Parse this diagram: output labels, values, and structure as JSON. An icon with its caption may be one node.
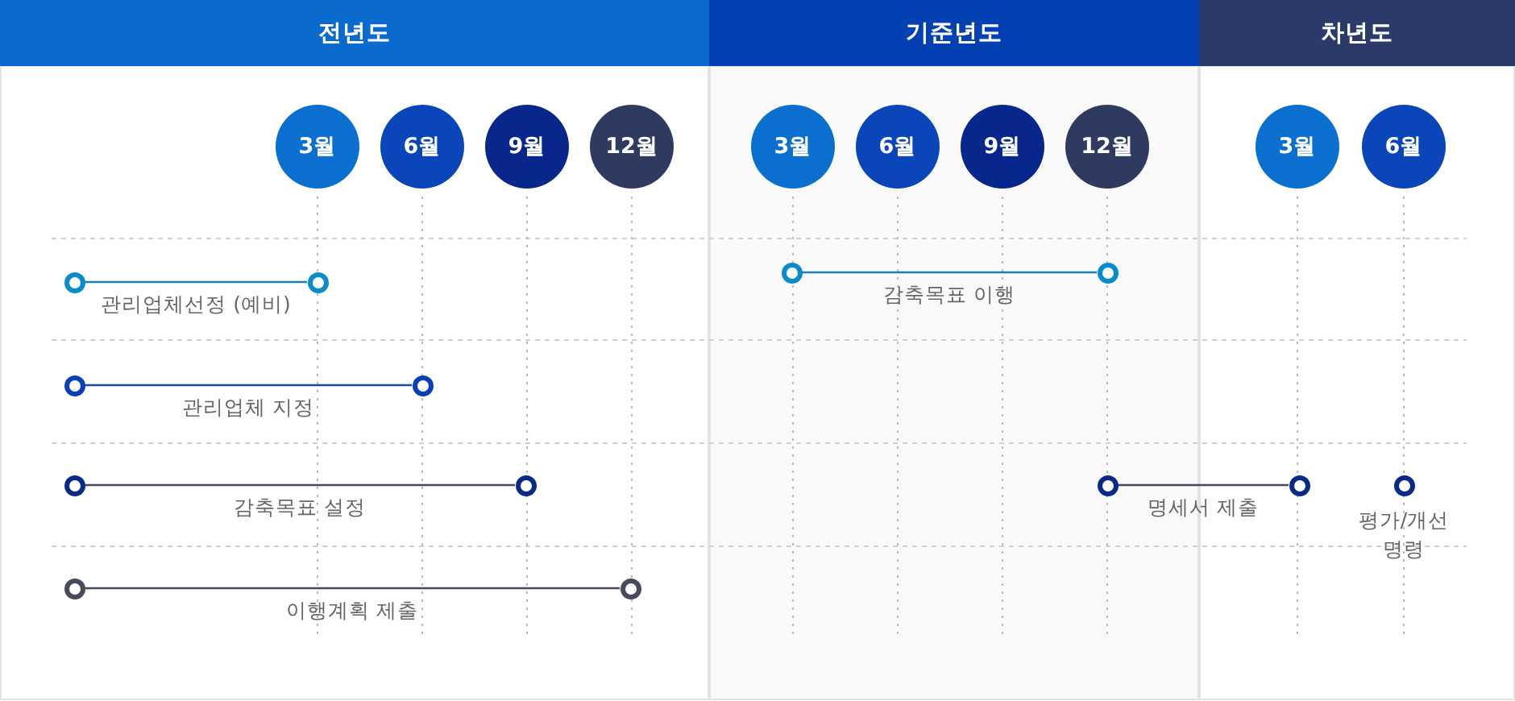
{
  "diagram": {
    "nodes": [
      {
        "text": [
          "전년도"
        ]
      },
      {
        "text": [
          "기준년도"
        ]
      },
      {
        "text": [
          "차년도"
        ]
      },
      {
        "text": [
          "3월"
        ]
      },
      {
        "text": [
          "6월"
        ]
      },
      {
        "text": [
          "9월"
        ]
      },
      {
        "text": [
          "12월"
        ]
      },
      {
        "text": [
          "3월"
        ]
      },
      {
        "text": [
          "6월"
        ]
      },
      {
        "text": [
          "9월"
        ]
      },
      {
        "text": [
          "12월"
        ]
      },
      {
        "text": [
          "3월"
        ]
      },
      {
        "text": [
          "6월"
        ]
      },
      {
        "text": [],
        "shape": "circle"
      },
      {
        "text": [],
        "shape": "circle"
      },
      {
        "text": [],
        "shape": "circle"
      },
      {
        "text": [],
        "shape": "circle"
      },
      {
        "text": [],
        "shape": "circle"
      },
      {
        "text": [],
        "shape": "circle"
      },
      {
        "text": [],
        "shape": "circle"
      },
      {
        "text": [],
        "shape": "circle"
      },
      {
        "text": [],
        "shape": "circle"
      },
      {
        "text": [],
        "shape": "circle"
      },
      {
        "text": [],
        "shape": "circle",
        "beside": [
          "평가/개선 명령"
        ]
      },
      {
        "text": [],
        "shape": "circle"
      },
      {
        "text": [],
        "shape": "circle"
      }
    ],
    "edges": [
      {
        "from": 13,
        "to": 14,
        "arrow": "none",
        "label": "관리업체선정 (예비)",
        "color": "#1a7fb5"
      },
      {
        "from": 15,
        "to": 16,
        "arrow": "none",
        "label": "감축목표 이행",
        "color": "#1a7fb5"
      },
      {
        "from": 17,
        "to": 18,
        "arrow": "none",
        "label": "관리업체 지정",
        "color": "#1a4aa8"
      },
      {
        "from": 19,
        "to": 20,
        "arrow": "none",
        "label": "감축목표 설정"
      },
      {
        "from": 21,
        "to": 22,
        "arrow": "none",
        "label": "명세서 제출"
      },
      {
        "from": 24,
        "to": 25,
        "arrow": "none",
        "label": "이행계획 제출"
      }
    ]
  }
}
